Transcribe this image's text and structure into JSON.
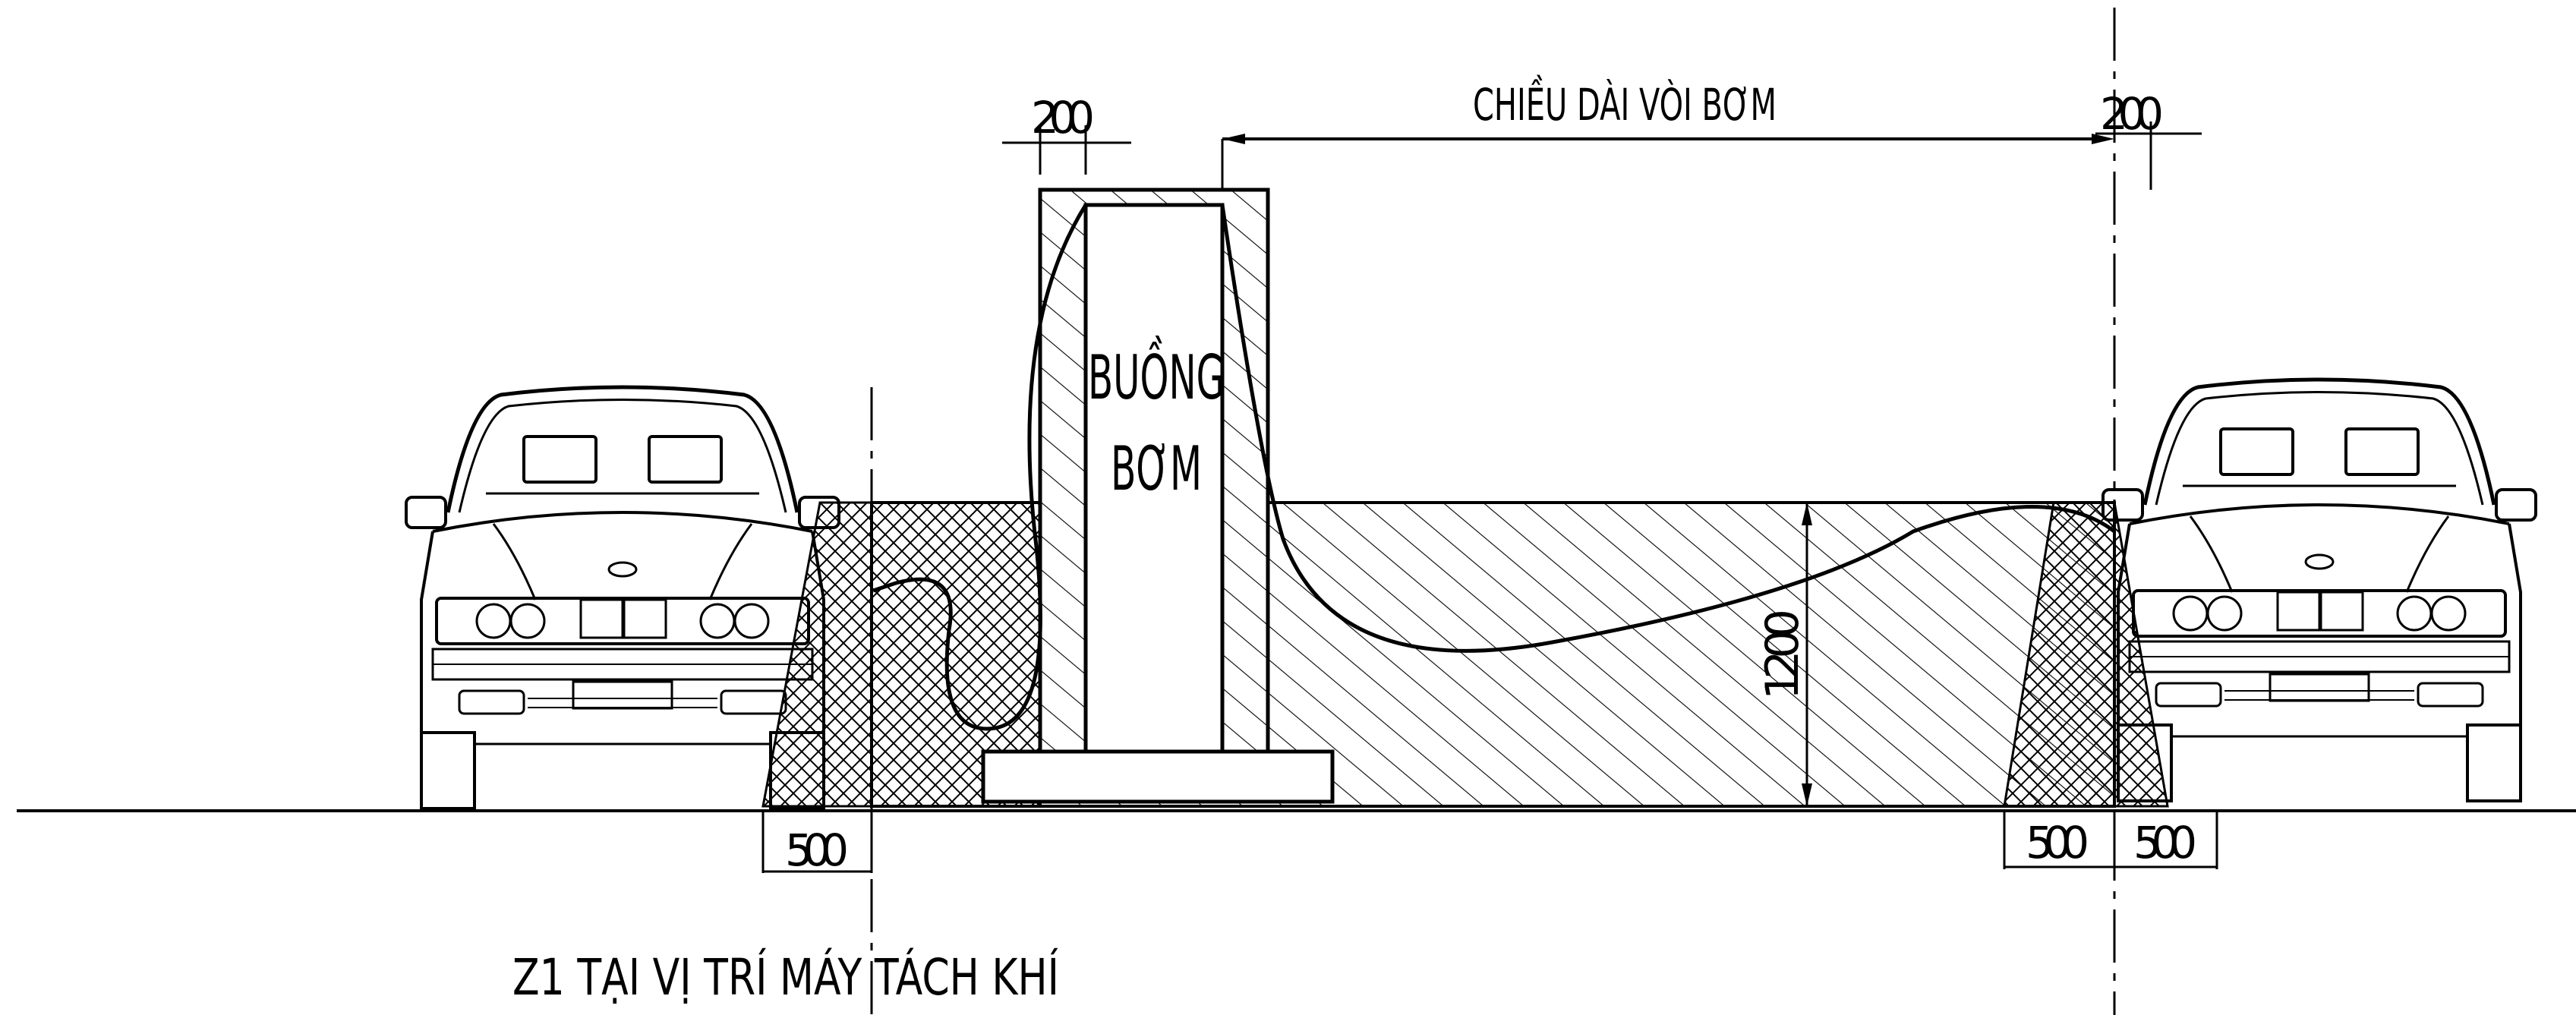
{
  "labels": {
    "hose_length": "CHIỀU DÀI VÒI BƠM",
    "pump_booth_line1": "BUỒNG",
    "pump_booth_line2": "BƠM",
    "zone_note": "Z1 TẠI VỊ TRÍ MÁY TÁCH KHÍ"
  },
  "dimensions": {
    "top_left_width": "200",
    "top_right_width": "200",
    "zone_height": "1200",
    "left_bottom": "500",
    "right_bottom_1": "500",
    "right_bottom_2": "500"
  },
  "colors": {
    "line": "#000000",
    "background": "#ffffff"
  }
}
